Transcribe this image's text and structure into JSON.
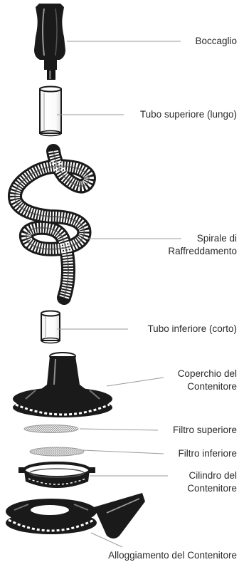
{
  "labels": {
    "mouthpiece": "Boccaglio",
    "upper_tube": "Tubo superiore (lungo)",
    "cooling_coil_line1": "Spirale di",
    "cooling_coil_line2": "Raffreddamento",
    "lower_tube": "Tubo inferiore (corto)",
    "container_lid_line1": "Coperchio del",
    "container_lid_line2": "Contenitore",
    "upper_filter": "Filtro superiore",
    "lower_filter": "Filtro inferiore",
    "container_cylinder_line1": "Cilindro del",
    "container_cylinder_line2": "Contenitore",
    "container_housing": "Alloggiamento del Contenitore"
  },
  "colors": {
    "ink": "#1a1a1a",
    "leader": "#9a9a9a",
    "text": "#2a2a2a"
  }
}
